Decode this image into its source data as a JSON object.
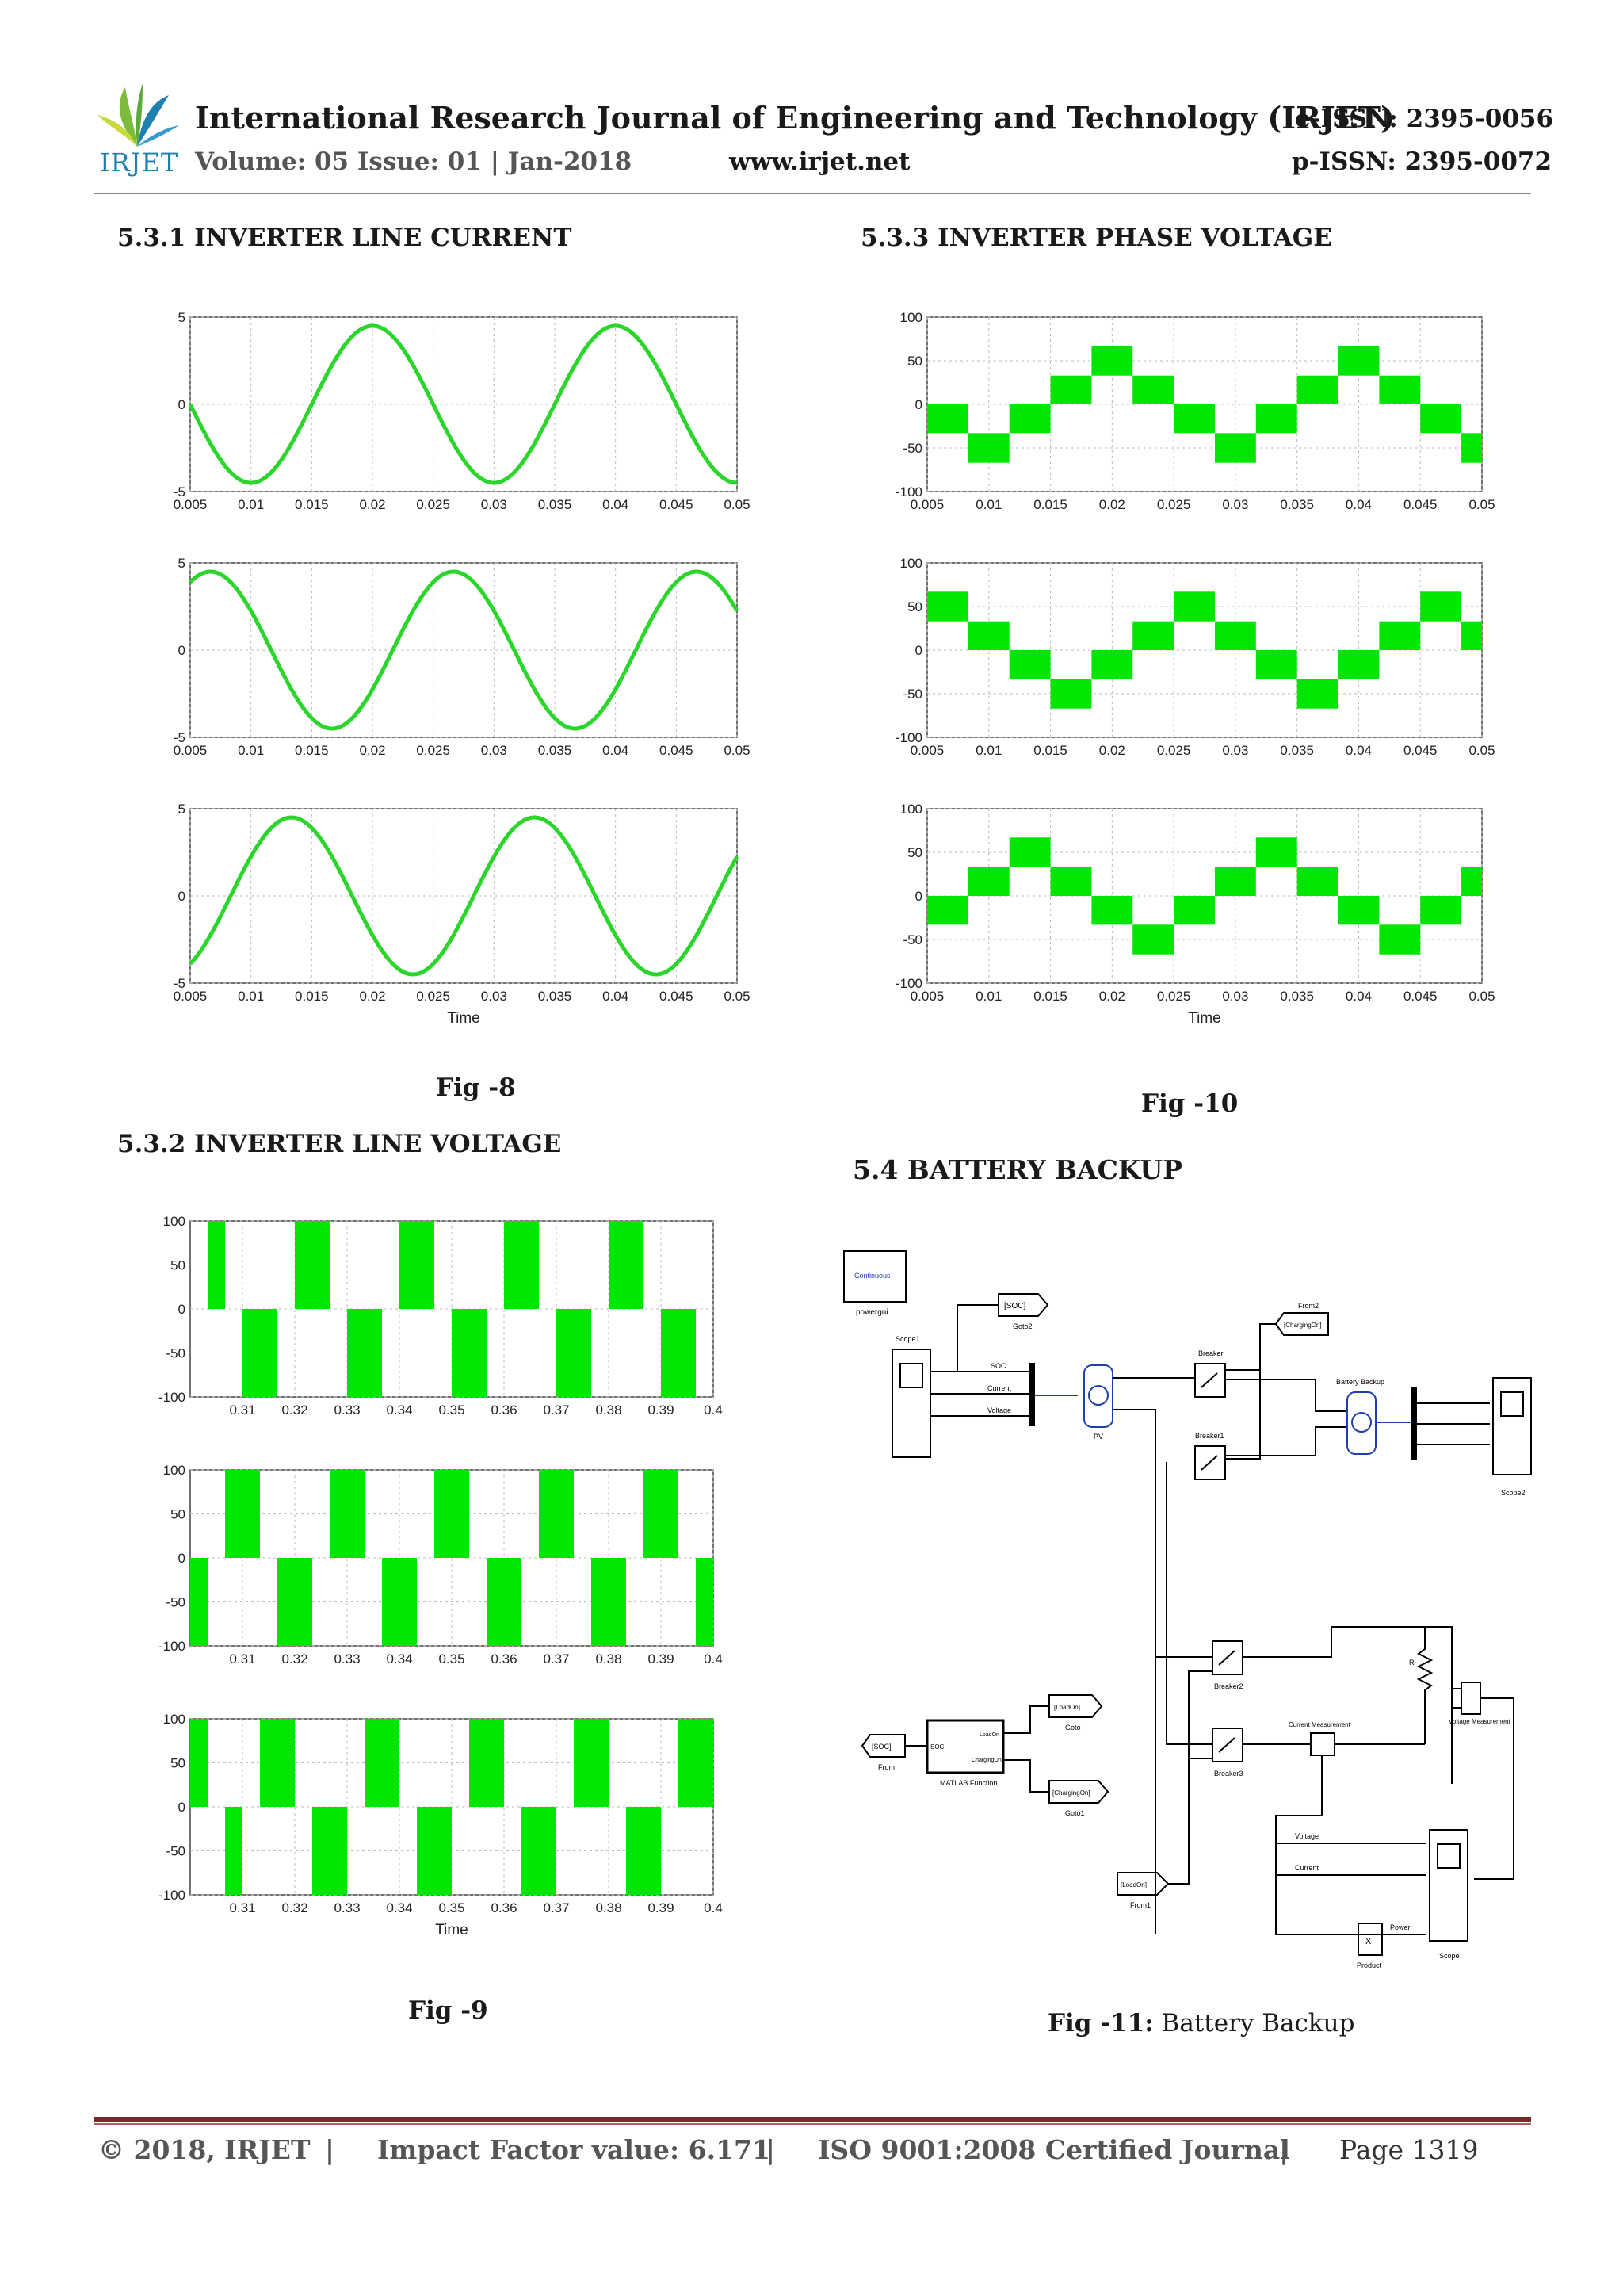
{
  "header": {
    "logo_text": "IRJET",
    "journal_title": "International Research Journal of Engineering and Technology (IRJET)",
    "volume_info": "Volume: 05 Issue: 01 | Jan-2018",
    "website": "www.irjet.net",
    "eissn": "e-ISSN: 2395-0056",
    "pissn": "p-ISSN: 2395-0072",
    "colors": {
      "logo_green": "#7dbb3c",
      "logo_blue": "#1e7fb0",
      "rule": "#7a2a2a"
    }
  },
  "sections": {
    "s531": "5.3.1   INVERTER LINE CURRENT",
    "s532": "5.3.2   INVERTER LINE VOLTAGE",
    "s533": "5.3.3   INVERTER PHASE VOLTAGE",
    "s54": "5.4 BATTERY BACKUP"
  },
  "captions": {
    "fig8": "Fig -8",
    "fig9": "Fig -9",
    "fig10": "Fig -10",
    "fig11_label": "Fig -11:",
    "fig11_text": " Battery Backup"
  },
  "chart_data": [
    {
      "id": "fig8",
      "type": "line",
      "color": "#2bd62b",
      "xlabel": "Time",
      "xlim": [
        0.005,
        0.05
      ],
      "ylim": [
        -5,
        5
      ],
      "xticks": [
        "0.005",
        "0.01",
        "0.015",
        "0.02",
        "0.025",
        "0.03",
        "0.035",
        "0.04",
        "0.045",
        "0.05"
      ],
      "yticks": [
        "5",
        "0",
        "-5"
      ],
      "series": [
        {
          "amplitude": 4.5,
          "frequency_hz": 50,
          "phase_deg": 90
        },
        {
          "amplitude": 4.5,
          "frequency_hz": 50,
          "phase_deg": -30
        },
        {
          "amplitude": 4.5,
          "frequency_hz": 50,
          "phase_deg": 210
        }
      ]
    },
    {
      "id": "fig9",
      "type": "bar",
      "color": "#00e600",
      "xlabel": "Time",
      "xlim": [
        0.3,
        0.4
      ],
      "ylim": [
        -100,
        100
      ],
      "xticks": [
        "0.31",
        "0.32",
        "0.33",
        "0.34",
        "0.35",
        "0.36",
        "0.37",
        "0.38",
        "0.39",
        "0.4"
      ],
      "yticks": [
        "100",
        "50",
        "0",
        "-50",
        "-100"
      ],
      "series": [
        {
          "amplitude": 100,
          "frequency_hz": 50,
          "phase_deg": 0,
          "description": "square-wave line voltage"
        },
        {
          "amplitude": 100,
          "frequency_hz": 50,
          "phase_deg": -120
        },
        {
          "amplitude": 100,
          "frequency_hz": 50,
          "phase_deg": 120
        }
      ]
    },
    {
      "id": "fig10",
      "type": "area",
      "color": "#00e600",
      "xlabel": "Time",
      "xlim": [
        0.005,
        0.05
      ],
      "ylim": [
        -100,
        100
      ],
      "xticks": [
        "0.005",
        "0.01",
        "0.015",
        "0.02",
        "0.025",
        "0.03",
        "0.035",
        "0.04",
        "0.045",
        "0.05"
      ],
      "yticks": [
        "100",
        "50",
        "0",
        "-50",
        "-100"
      ],
      "levels": [
        67,
        33,
        0,
        -33,
        -67
      ],
      "series": [
        {
          "frequency_hz": 50,
          "phase_deg": 90
        },
        {
          "frequency_hz": 50,
          "phase_deg": -30
        },
        {
          "frequency_hz": 50,
          "phase_deg": 210
        }
      ]
    }
  ],
  "diagram": {
    "labels": {
      "continuous": "Continuous",
      "powergui": "powergui",
      "goto_soc": "[SOC]",
      "goto2": "Goto2",
      "scope1": "Scope1",
      "soc": "SOC",
      "current": "Current",
      "voltage": "Voltage",
      "pv": "PV",
      "from2_tag": "[ChargingOn]",
      "from2": "From2",
      "breaker": "Breaker",
      "breaker1": "Breaker1",
      "battery_backup": "Battery Backup",
      "scope2": "Scope2",
      "breaker2": "Breaker2",
      "breaker3": "Breaker3",
      "r": "R",
      "voltage_measurement": "Voltage Measurement",
      "current_measurement": "Current Measurement",
      "from_soc": "[SOC]",
      "from": "From",
      "matlab_fn": "MATLAB Function",
      "fn_soc": "SOC",
      "fn_loadon": "LoadOn",
      "fn_charging": "ChargingOn",
      "goto_loadon": "[LoadOn]",
      "goto": "Goto",
      "goto_charging": "[ChargingOn]",
      "goto1": "Goto1",
      "from1_tag": "[LoadOn]",
      "from1": "From1",
      "voltage2": "Voltage",
      "current2": "Current",
      "power": "Power",
      "product": "Product",
      "x": "X",
      "scope": "Scope"
    }
  },
  "footer": {
    "copyright": "© 2018, IRJET",
    "impact": "Impact Factor value: 6.171",
    "iso": "ISO 9001:2008 Certified Journal",
    "page": "Page 1319",
    "sep": "|"
  }
}
